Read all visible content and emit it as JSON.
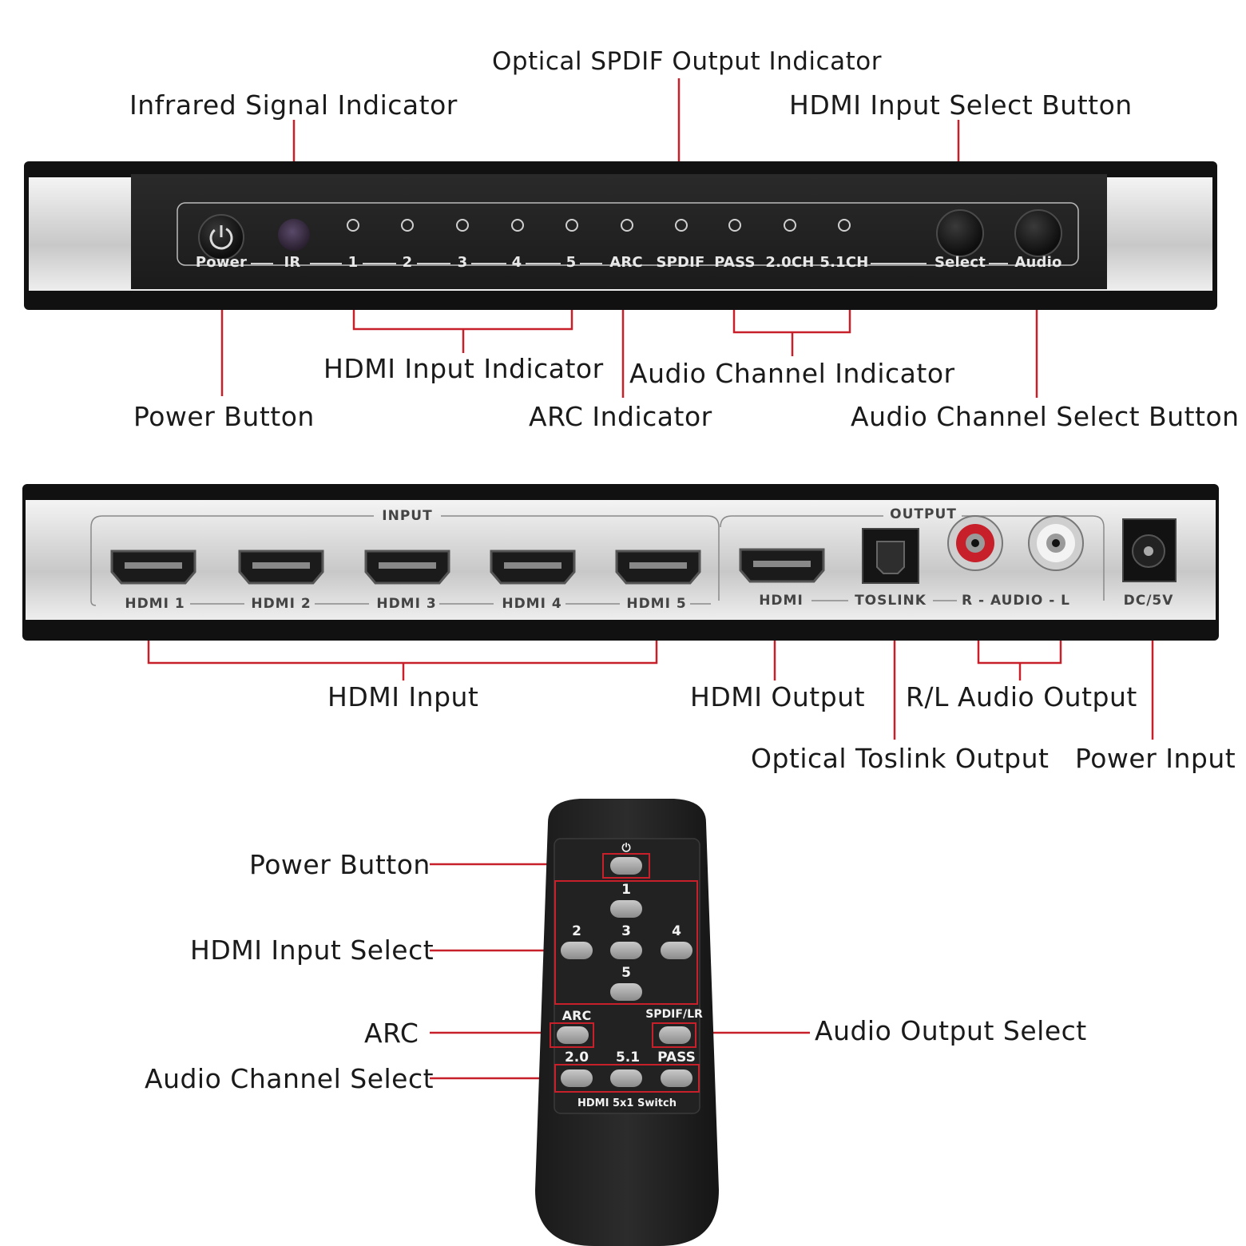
{
  "front_panel": {
    "callouts": {
      "spdif_indicator": "Optical SPDIF Output Indicator",
      "ir_indicator": "Infrared Signal Indicator",
      "input_select_button": "HDMI Input Select Button",
      "hdmi_input_indicator": "HDMI Input Indicator",
      "audio_channel_indicator": "Audio Channel Indicator",
      "power_button": "Power Button",
      "arc_indicator": "ARC Indicator",
      "audio_select_button": "Audio Channel Select Button"
    },
    "labels": {
      "power": "Power",
      "ir": "IR",
      "in1": "1",
      "in2": "2",
      "in3": "3",
      "in4": "4",
      "in5": "5",
      "arc": "ARC",
      "spdif": "SPDIF",
      "pass": "PASS",
      "ch20": "2.0CH",
      "ch51": "5.1CH",
      "select": "Select",
      "audio": "Audio"
    }
  },
  "rear_panel": {
    "group_input": "INPUT",
    "group_output": "OUTPUT",
    "ports": {
      "hdmi1": "HDMI 1",
      "hdmi2": "HDMI 2",
      "hdmi3": "HDMI 3",
      "hdmi4": "HDMI 4",
      "hdmi5": "HDMI 5",
      "hdmi_out": "HDMI",
      "toslink": "TOSLINK",
      "audio": "R - AUDIO - L",
      "dc": "DC/5V"
    },
    "callouts": {
      "hdmi_input": "HDMI Input",
      "hdmi_output": "HDMI Output",
      "rl_audio": "R/L Audio Output",
      "toslink_output": "Optical Toslink Output",
      "power_input": "Power Input"
    }
  },
  "remote": {
    "labels": {
      "power_symbol": "⏻",
      "b1": "1",
      "b2": "2",
      "b3": "3",
      "b4": "4",
      "b5": "5",
      "arc": "ARC",
      "spdif": "SPDIF/LR",
      "c20": "2.0",
      "c51": "5.1",
      "pass": "PASS",
      "model": "HDMI 5x1 Switch"
    },
    "callouts": {
      "power_button": "Power Button",
      "input_select": "HDMI Input Select",
      "arc": "ARC",
      "audio_channel_select": "Audio Channel Select",
      "audio_output_select": "Audio Output Select"
    }
  },
  "colors": {
    "leader_line": "#c8202a",
    "device_body": "#141414",
    "silver": "#d0d0d0"
  }
}
